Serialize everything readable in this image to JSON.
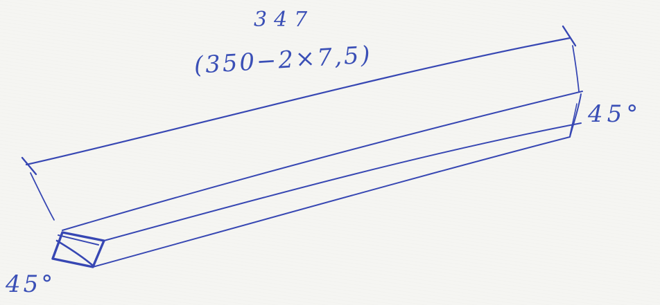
{
  "dimension": {
    "value": "347",
    "formula": "(350−2×7,5)"
  },
  "angles": {
    "right_end": "45°",
    "left_end": "45°"
  },
  "ink_color": "#3747b3",
  "paper_color": "#f5f5f2"
}
